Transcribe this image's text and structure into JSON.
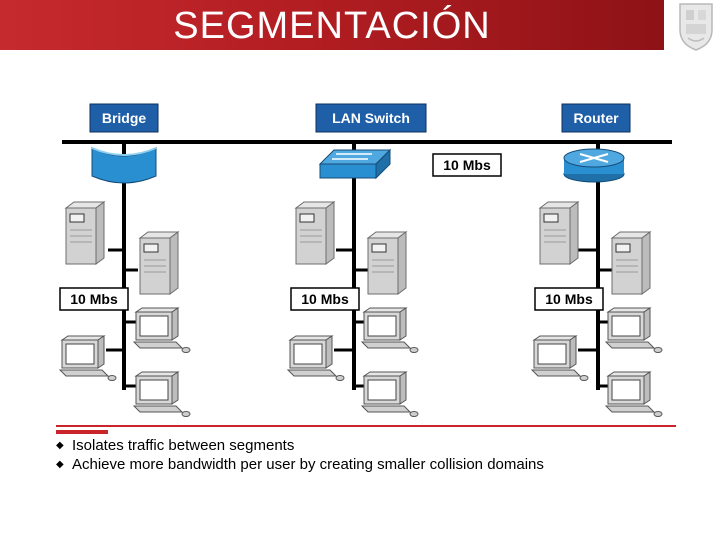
{
  "title": "SEGMENTACIÓN",
  "devices": {
    "bridge": "Bridge",
    "switch": "LAN Switch",
    "router": "Router"
  },
  "speeds": {
    "top": "10 Mbs",
    "seg1": "10 Mbs",
    "seg2": "10 Mbs",
    "seg3": "10 Mbs"
  },
  "bullets": [
    "Isolates traffic between segments",
    "Achieve more bandwidth per user by creating smaller collision domains"
  ],
  "colors": {
    "title_red": "#b31e22",
    "device_blue": "#1f5fa8",
    "icon_blue": "#2a8fd0",
    "bullet_rule": "#c8242a"
  }
}
